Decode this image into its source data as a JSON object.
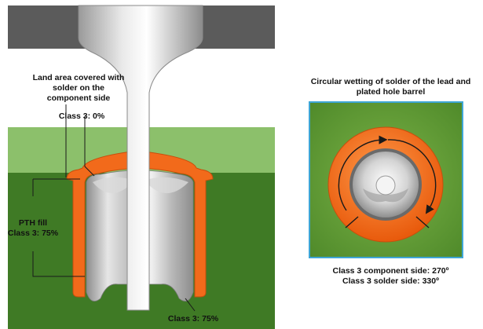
{
  "left_diagram": {
    "land_label": "Land area covered with\nsolder on the\ncomponent side",
    "class_top_label": "Class 3: 0%",
    "pth_fill_label": "PTH fill\nClass 3: 75%",
    "class_bottom_label": "Class 3: 75%"
  },
  "right_diagram": {
    "title": "Circular wetting of solder of the lead and\nplated hole barrel",
    "spec_component": "Class 3 component side: 270º",
    "spec_solder": "Class 3 solder side: 330º"
  },
  "colors": {
    "board_dark": "#3f7a25",
    "board_light": "#8cc06b",
    "copper_orange": "#f26a1b",
    "component_body": "#5b5b5b",
    "frame_blue": "#3ea6d6"
  }
}
